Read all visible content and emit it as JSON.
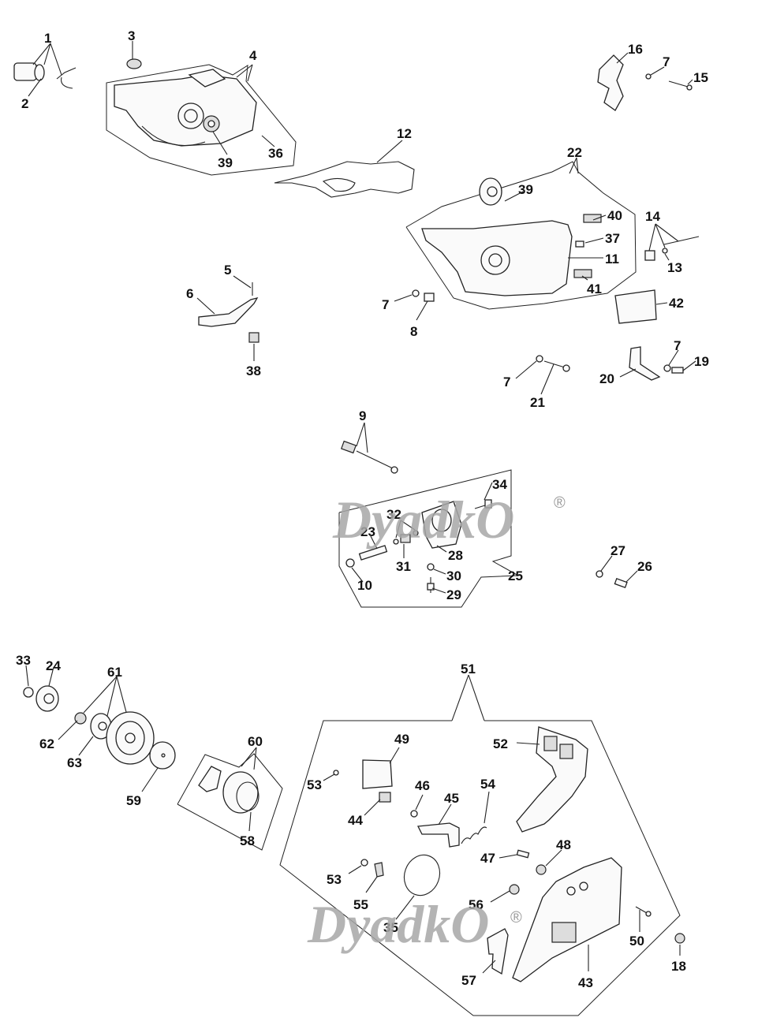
{
  "diagram": {
    "title": "Chainsaw crankcase, oil pump, clutch and chain brake assembly",
    "watermark": {
      "text": "DyadkO",
      "mark": "®"
    },
    "callouts": [
      {
        "id": "c1",
        "text": "1"
      },
      {
        "id": "c2",
        "text": "2"
      },
      {
        "id": "c3",
        "text": "3"
      },
      {
        "id": "c4",
        "text": "4"
      },
      {
        "id": "c39a",
        "text": "39"
      },
      {
        "id": "c36",
        "text": "36"
      },
      {
        "id": "c12",
        "text": "12"
      },
      {
        "id": "c16",
        "text": "16"
      },
      {
        "id": "c7a",
        "text": "7"
      },
      {
        "id": "c15",
        "text": "15"
      },
      {
        "id": "c22",
        "text": "22"
      },
      {
        "id": "c39b",
        "text": "39"
      },
      {
        "id": "c40",
        "text": "40"
      },
      {
        "id": "c37",
        "text": "37"
      },
      {
        "id": "c11",
        "text": "11"
      },
      {
        "id": "c41",
        "text": "41"
      },
      {
        "id": "c14",
        "text": "14"
      },
      {
        "id": "c13",
        "text": "13"
      },
      {
        "id": "c42",
        "text": "42"
      },
      {
        "id": "c5",
        "text": "5"
      },
      {
        "id": "c6",
        "text": "6"
      },
      {
        "id": "c38",
        "text": "38"
      },
      {
        "id": "c7b",
        "text": "7"
      },
      {
        "id": "c8",
        "text": "8"
      },
      {
        "id": "c7c",
        "text": "7"
      },
      {
        "id": "c21",
        "text": "21"
      },
      {
        "id": "c20",
        "text": "20"
      },
      {
        "id": "c7d",
        "text": "7"
      },
      {
        "id": "c19",
        "text": "19"
      },
      {
        "id": "c9",
        "text": "9"
      },
      {
        "id": "c34",
        "text": "34"
      },
      {
        "id": "c32",
        "text": "32"
      },
      {
        "id": "c23",
        "text": "23"
      },
      {
        "id": "c28",
        "text": "28"
      },
      {
        "id": "c31",
        "text": "31"
      },
      {
        "id": "c10",
        "text": "10"
      },
      {
        "id": "c30",
        "text": "30"
      },
      {
        "id": "c25",
        "text": "25"
      },
      {
        "id": "c29",
        "text": "29"
      },
      {
        "id": "c27",
        "text": "27"
      },
      {
        "id": "c26",
        "text": "26"
      },
      {
        "id": "c33",
        "text": "33"
      },
      {
        "id": "c24",
        "text": "24"
      },
      {
        "id": "c61",
        "text": "61"
      },
      {
        "id": "c62",
        "text": "62"
      },
      {
        "id": "c63",
        "text": "63"
      },
      {
        "id": "c59",
        "text": "59"
      },
      {
        "id": "c60",
        "text": "60"
      },
      {
        "id": "c58",
        "text": "58"
      },
      {
        "id": "c51",
        "text": "51"
      },
      {
        "id": "c52",
        "text": "52"
      },
      {
        "id": "c49",
        "text": "49"
      },
      {
        "id": "c53a",
        "text": "53"
      },
      {
        "id": "c44",
        "text": "44"
      },
      {
        "id": "c46",
        "text": "46"
      },
      {
        "id": "c45",
        "text": "45"
      },
      {
        "id": "c54",
        "text": "54"
      },
      {
        "id": "c47",
        "text": "47"
      },
      {
        "id": "c48",
        "text": "48"
      },
      {
        "id": "c53b",
        "text": "53"
      },
      {
        "id": "c55",
        "text": "55"
      },
      {
        "id": "c35",
        "text": "35"
      },
      {
        "id": "c56",
        "text": "56"
      },
      {
        "id": "c50",
        "text": "50"
      },
      {
        "id": "c18",
        "text": "18"
      },
      {
        "id": "c57",
        "text": "57"
      },
      {
        "id": "c43",
        "text": "43"
      }
    ]
  }
}
